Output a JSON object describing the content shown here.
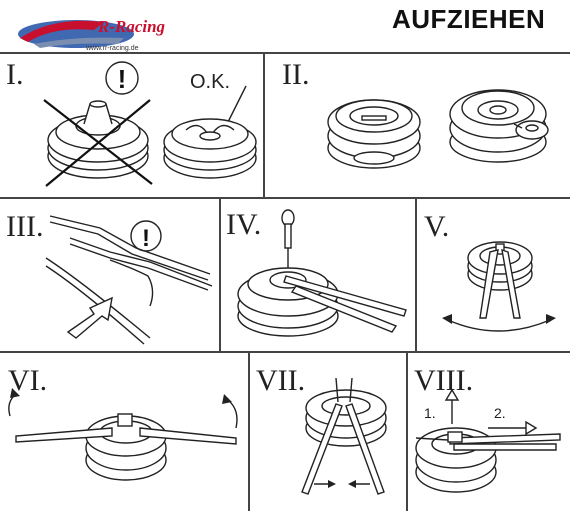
{
  "header": {
    "logo_text": "R-Racing",
    "logo_url_text": "www.rr-racing.de",
    "title": "AUFZIEHEN"
  },
  "steps": [
    {
      "label": "I."
    },
    {
      "label": "II."
    },
    {
      "label": "III."
    },
    {
      "label": "IV."
    },
    {
      "label": "V."
    },
    {
      "label": "VI."
    },
    {
      "label": "VII."
    },
    {
      "label": "VIII."
    }
  ],
  "step1": {
    "ok_text": "O.K.",
    "warning_symbol": "!"
  },
  "step3": {
    "warning_symbol": "!"
  },
  "step8": {
    "arrow1_text": "1.",
    "arrow2_text": "2."
  },
  "colors": {
    "logo_red": "#c8102e",
    "logo_blue": "#1f4fa3",
    "line": "#444444"
  }
}
